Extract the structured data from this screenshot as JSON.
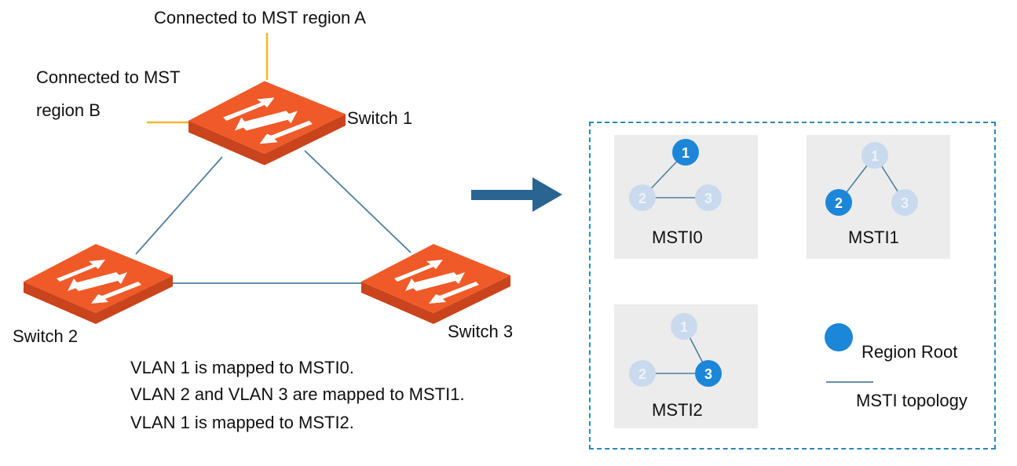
{
  "labels": {
    "region_a": "Connected to MST region A",
    "region_b_line1": "Connected to MST",
    "region_b_line2": "region B",
    "switch1": "Switch 1",
    "switch2": "Switch 2",
    "switch3": "Switch 3"
  },
  "mapping_notes": [
    "VLAN 1 is mapped to MSTI0.",
    "VLAN 2 and VLAN 3 are mapped to MSTI1.",
    "VLAN 1 is mapped to MSTI2."
  ],
  "msti_panels": [
    {
      "name": "MSTI0",
      "root": "1",
      "nodes": [
        "1",
        "2",
        "3"
      ]
    },
    {
      "name": "MSTI1",
      "root": "2",
      "nodes": [
        "1",
        "2",
        "3"
      ]
    },
    {
      "name": "MSTI2",
      "root": "3",
      "nodes": [
        "1",
        "2",
        "3"
      ]
    }
  ],
  "legend": {
    "root_label": "Region Root",
    "topology_label": "MSTI topology"
  },
  "colors": {
    "switch": "#ef5a28",
    "external_link": "#f0b72f",
    "link": "#4d7f9e",
    "arrow": "#2a6591",
    "root": "#1c86d8",
    "node": "#c9daee",
    "dashed_border": "#2f87b6",
    "panel_bg": "#ececec"
  }
}
